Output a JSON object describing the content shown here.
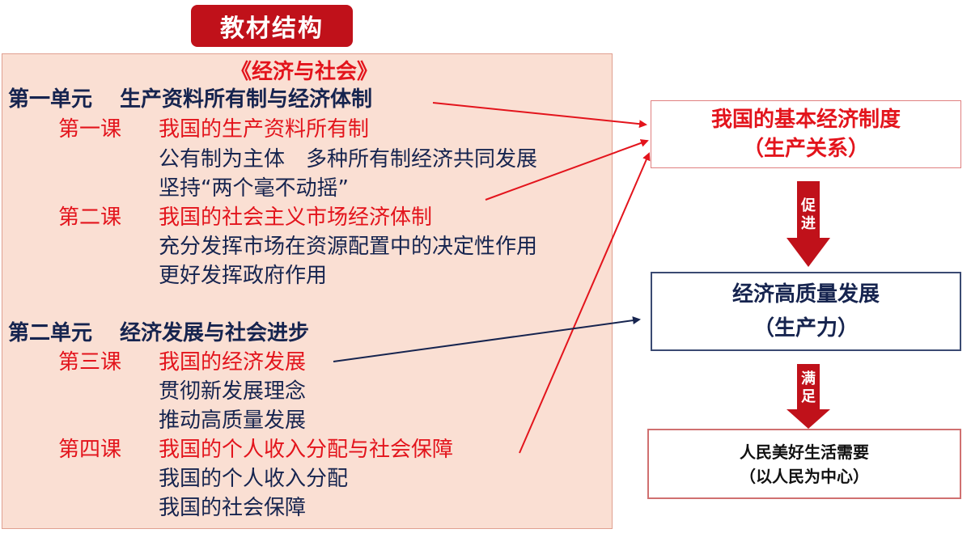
{
  "header": {
    "title": "教材结构"
  },
  "outline": {
    "book_title": "《经济与社会》",
    "unit1": {
      "label": "第一单元",
      "title": "生产资料所有制与经济体制"
    },
    "lesson1": {
      "label": "第一课",
      "title": "我国的生产资料所有制"
    },
    "lesson1_items": [
      "公有制为主体　多种所有制经济共同发展",
      "坚持“两个毫不动摇”"
    ],
    "lesson2": {
      "label": "第二课",
      "title": "我国的社会主义市场经济体制"
    },
    "lesson2_items": [
      "充分发挥市场在资源配置中的决定性作用",
      "更好发挥政府作用"
    ],
    "unit2": {
      "label": "第二单元",
      "title": "经济发展与社会进步"
    },
    "lesson3": {
      "label": "第三课",
      "title": "我国的经济发展"
    },
    "lesson3_items": [
      "贯彻新发展理念",
      "推动高质量发展"
    ],
    "lesson4": {
      "label": "第四课",
      "title": "我国的个人收入分配与社会保障"
    },
    "lesson4_items": [
      "我国的个人收入分配",
      "我国的社会保障"
    ]
  },
  "flow": {
    "box1": {
      "line1": "我国的基本经济制度",
      "line2": "（生产关系）"
    },
    "arrow1_label": "促进",
    "box2": {
      "line1": "经济高质量发展",
      "line2": "（生产力）"
    },
    "arrow2_label": "满足",
    "box3": {
      "line1": "人民美好生活需要",
      "line2": "（以人民为中心）"
    }
  },
  "colors": {
    "accent_red": "#e3141c",
    "navy": "#16244f",
    "panel_bg": "#fadfd3",
    "arrow_red": "#c0111a"
  }
}
